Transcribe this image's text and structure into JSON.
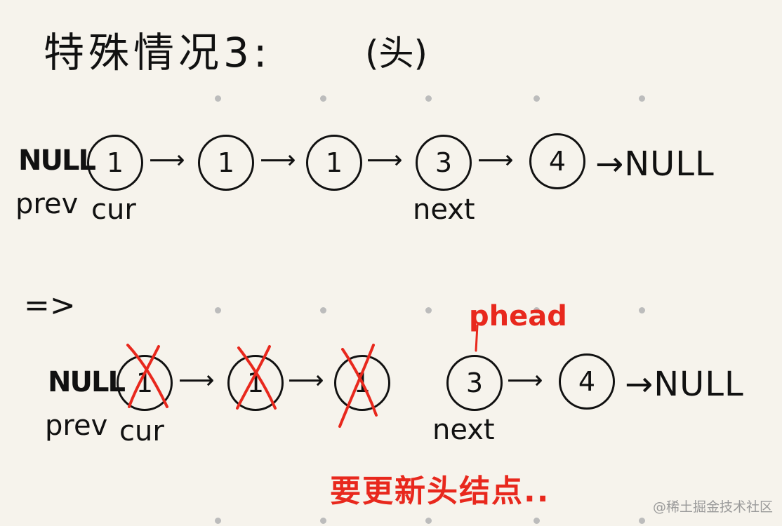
{
  "title": "特殊情况3:",
  "title_paren": "(头)",
  "implies": "=>",
  "top_row": {
    "null_label": "NULL",
    "prev_label": "prev",
    "nodes": [
      "1",
      "1",
      "1",
      "3",
      "4"
    ],
    "cur_label": "cur",
    "next_label": "next",
    "end_label": "→NULL"
  },
  "bottom_row": {
    "null_label": "NULL",
    "prev_label": "prev",
    "nodes": [
      "1",
      "1",
      "1",
      "3",
      "4"
    ],
    "deleted_indices": [
      0,
      1,
      2
    ],
    "cur_label": "cur",
    "next_label": "next",
    "phead_label": "phead",
    "end_label": "→NULL"
  },
  "note": "要更新头结点..",
  "watermark": "@稀土掘金技术社区",
  "colors": {
    "ink": "#111111",
    "red": "#e8281d",
    "paper": "#f6f3ec",
    "dot": "#bcbcbc"
  }
}
